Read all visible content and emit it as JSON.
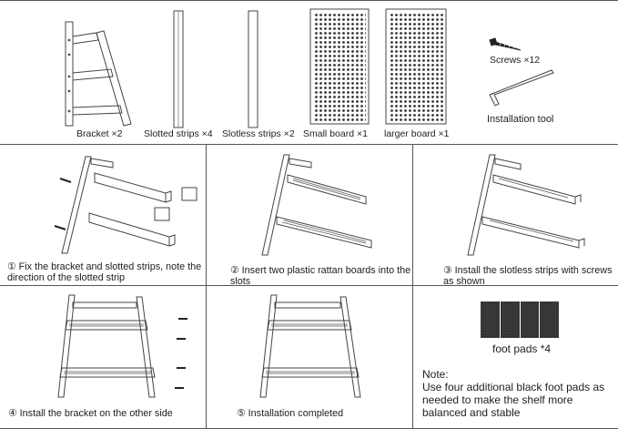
{
  "parts": {
    "bracket": "Bracket ×2",
    "slotted": "Slotted strips ×4",
    "slotless": "Slotless strips ×2",
    "small_board": "Small board ×1",
    "larger_board": "larger board   ×1",
    "screws": "Screws ×12",
    "tool": "Installation tool"
  },
  "steps": [
    {
      "label": "① Fix the bracket and slotted strips, note the direction of the slotted strip"
    },
    {
      "label": "② Insert two plastic rattan boards into the slots"
    },
    {
      "label": "③ Install the slotless strips with screws as shown"
    },
    {
      "label": "④ Install the bracket on the other side"
    },
    {
      "label": "⑤ Installation completed"
    }
  ],
  "foot_pads": {
    "label": "foot pads *4",
    "note_title": "Note:",
    "note_body": "Use four additional black foot pads as needed to make the shelf more balanced and stable"
  }
}
